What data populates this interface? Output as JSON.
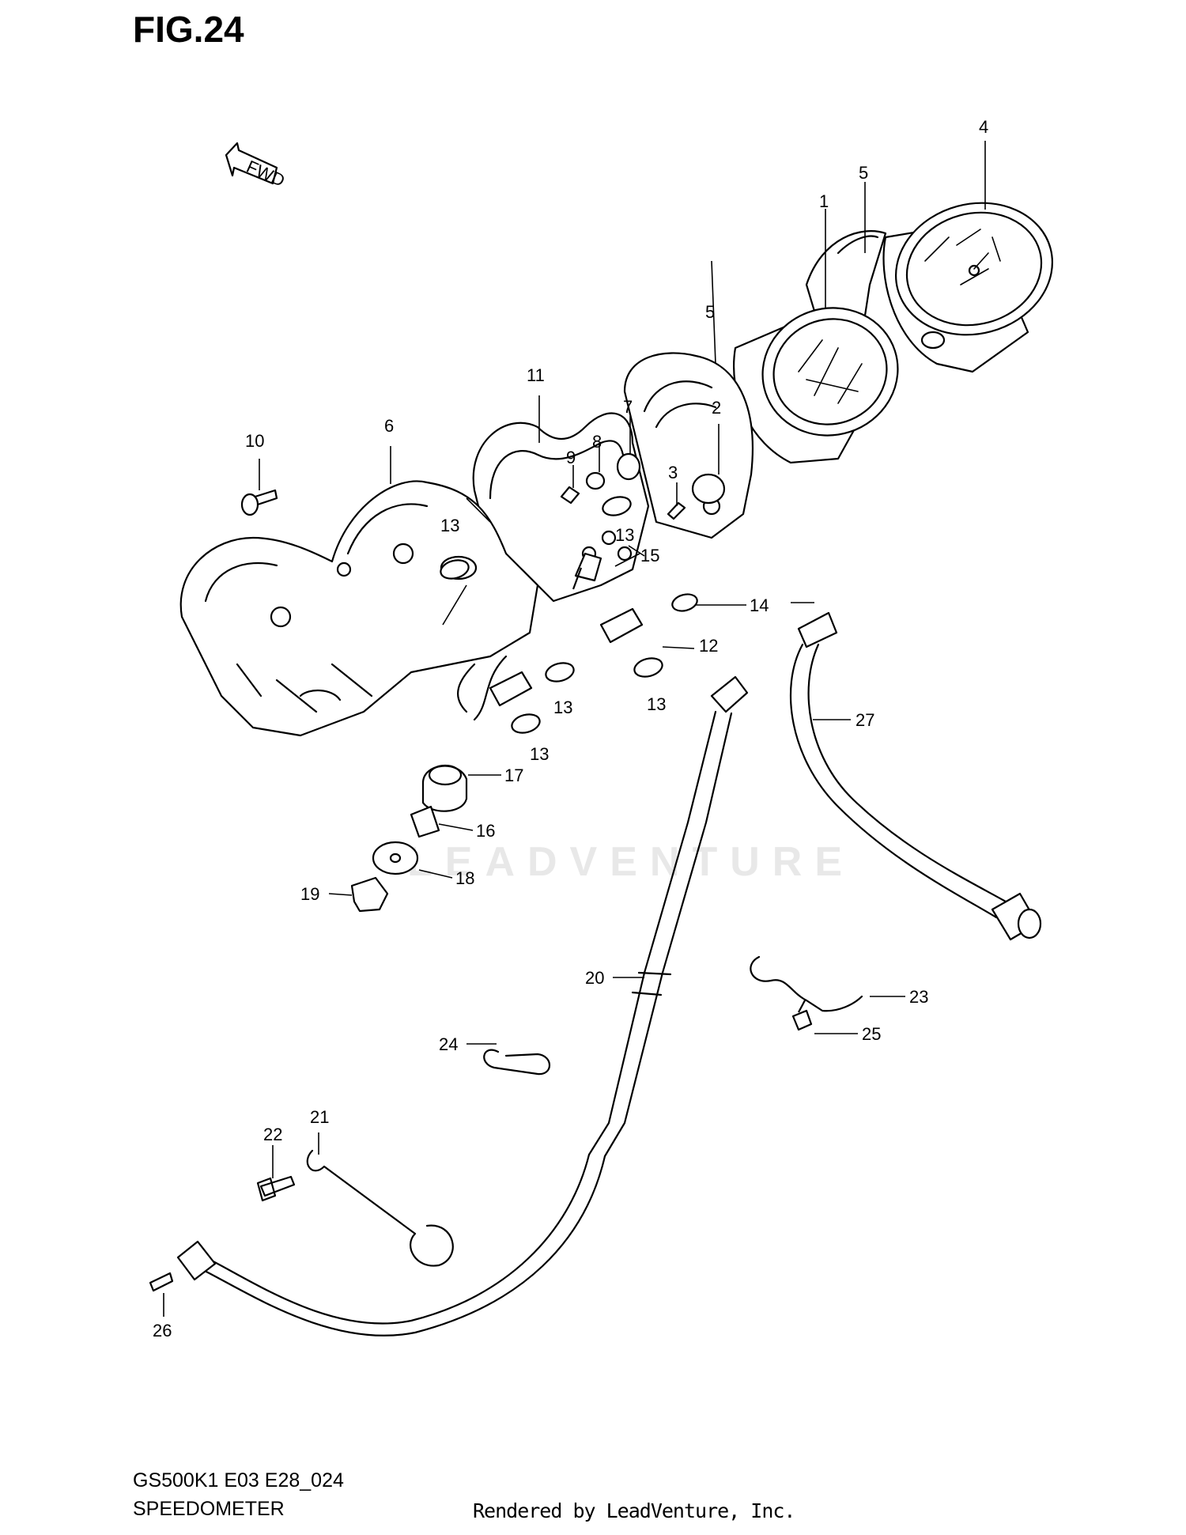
{
  "figure": {
    "title": "FIG.24",
    "model_code": "GS500K1 E03 E28_024",
    "section_name": "SPEEDOMETER",
    "render_credit": "Rendered by LeadVenture, Inc.",
    "watermark": "LEADVENTURE",
    "direction_tag": "FWD"
  },
  "callouts": [
    {
      "id": "c1",
      "label": "1"
    },
    {
      "id": "c2",
      "label": "2"
    },
    {
      "id": "c3",
      "label": "3"
    },
    {
      "id": "c4",
      "label": "4"
    },
    {
      "id": "c5a",
      "label": "5"
    },
    {
      "id": "c5b",
      "label": "5"
    },
    {
      "id": "c6",
      "label": "6"
    },
    {
      "id": "c7",
      "label": "7"
    },
    {
      "id": "c8",
      "label": "8"
    },
    {
      "id": "c9",
      "label": "9"
    },
    {
      "id": "c10",
      "label": "10"
    },
    {
      "id": "c11",
      "label": "11"
    },
    {
      "id": "c12",
      "label": "12"
    },
    {
      "id": "c13a",
      "label": "13"
    },
    {
      "id": "c13b",
      "label": "13"
    },
    {
      "id": "c13c",
      "label": "13"
    },
    {
      "id": "c13d",
      "label": "13"
    },
    {
      "id": "c13e",
      "label": "13"
    },
    {
      "id": "c14",
      "label": "14"
    },
    {
      "id": "c15",
      "label": "15"
    },
    {
      "id": "c16",
      "label": "16"
    },
    {
      "id": "c17",
      "label": "17"
    },
    {
      "id": "c18",
      "label": "18"
    },
    {
      "id": "c19",
      "label": "19"
    },
    {
      "id": "c20",
      "label": "20"
    },
    {
      "id": "c21",
      "label": "21"
    },
    {
      "id": "c22",
      "label": "22"
    },
    {
      "id": "c23",
      "label": "23"
    },
    {
      "id": "c24",
      "label": "24"
    },
    {
      "id": "c25",
      "label": "25"
    },
    {
      "id": "c26",
      "label": "26"
    },
    {
      "id": "c27",
      "label": "27"
    }
  ]
}
